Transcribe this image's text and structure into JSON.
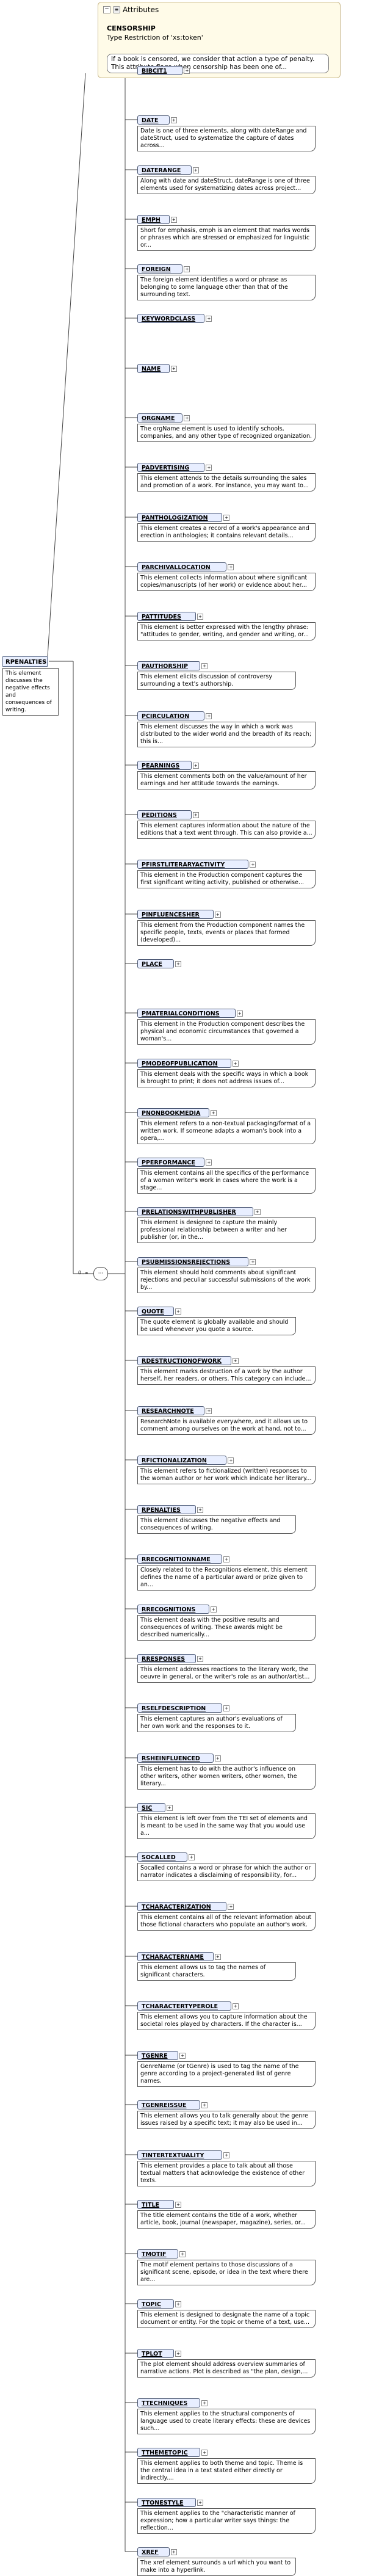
{
  "attributes": {
    "header": "Attributes",
    "name": "CENSORSHIP",
    "type": "Type   Restriction of 'xs:token'",
    "doc": "If a book is censored, we consider that action a type of penalty. This attribute flags when censorship has been one of..."
  },
  "root": {
    "name": "RPENALTIES",
    "doc": "This element discusses the negative effects and consequences of writing."
  },
  "sequence": {
    "occurs": "0..∞",
    "symbol": "···"
  },
  "children": [
    {
      "name": "BIBCIT1",
      "doc": ""
    },
    {
      "name": "DATE",
      "doc": "Date is one of three elements, along with dateRange and dateStruct, used to systematize the capture of dates across..."
    },
    {
      "name": "DATERANGE",
      "doc": "Along with date and dateStruct, dateRange is one of three elements used for systematizing dates across project..."
    },
    {
      "name": "EMPH",
      "doc": "Short for emphasis, emph is an element that marks words or phrases which are stressed or emphasized for linguistic or..."
    },
    {
      "name": "FOREIGN",
      "doc": "The foreign element identifies a word or phrase as belonging to some language other than that of the surrounding text."
    },
    {
      "name": "KEYWORDCLASS",
      "doc": ""
    },
    {
      "name": "NAME",
      "doc": ""
    },
    {
      "name": "ORGNAME",
      "doc": "The orgName element is used to identify schools, companies, and any other type of recognized organization."
    },
    {
      "name": "PADVERTISING",
      "doc": "This element attends to the details surrounding the sales and promotion of a work. For instance, you may want to..."
    },
    {
      "name": "PANTHOLOGIZATION",
      "doc": "This element creates a record of a work's appearance and erection in anthologies; it contains relevant details..."
    },
    {
      "name": "PARCHIVALLOCATION",
      "doc": "This element collects information about where significant copies/manuscripts (of her work) or evidence about her..."
    },
    {
      "name": "PATTITUDES",
      "doc": "This element is better expressed with the lengthy phrase: \"attitudes to gender, writing, and gender and writing, or..."
    },
    {
      "name": "PAUTHORSHIP",
      "doc": "This element elicits discussion of controversy surrounding a text's authorship."
    },
    {
      "name": "PCIRCULATION",
      "doc": "This element discusses the way in which a work was distributed to the wider world and the breadth of its reach; this is..."
    },
    {
      "name": "PEARNINGS",
      "doc": "This element comments both on the value/amount of her earnings and her attitude towards the earnings."
    },
    {
      "name": "PEDITIONS",
      "doc": "This element captures information about the nature of the editions that a text went through. This can also provide a..."
    },
    {
      "name": "PFIRSTLITERARYACTIVITY",
      "doc": "This element in the Production component captures the first significant writing activity, published or otherwise..."
    },
    {
      "name": "PINFLUENCESHER",
      "doc": "This element from the Production component names the specific people, texts, events or places that formed (developed)..."
    },
    {
      "name": "PLACE",
      "doc": ""
    },
    {
      "name": "PMATERIALCONDITIONS",
      "doc": "This element in the Production component describes the physical and economic circumstances that governed a woman's..."
    },
    {
      "name": "PMODEOFPUBLICATION",
      "doc": "This element deals with the specific ways in which a book is brought to print; it does not address issues of..."
    },
    {
      "name": "PNONBOOKMEDIA",
      "doc": "This element refers to a non-textual packaging/format of a written work. If someone adapts a woman's book into a opera,..."
    },
    {
      "name": "PPERFORMANCE",
      "doc": "This element contains all the specifics of the performance of a woman writer's work in cases where the work is a stage..."
    },
    {
      "name": "PRELATIONSWITHPUBLISHER",
      "doc": "This element is designed to capture the mainly professional relationship between a writer and her publisher (or, in the..."
    },
    {
      "name": "PSUBMISSIONSREJECTIONS",
      "doc": "This element should hold comments about significant rejections and peculiar successful submissions of the work by..."
    },
    {
      "name": "QUOTE",
      "doc": "The quote element is globally available and should be used whenever you quote a source."
    },
    {
      "name": "RDESTRUCTIONOFWORK",
      "doc": "This element marks destruction of a work by the author herself, her readers, or others. This category can include..."
    },
    {
      "name": "RESEARCHNOTE",
      "doc": "ResearchNote is available everywhere, and it allows us to comment among ourselves on the work at hand, not to..."
    },
    {
      "name": "RFICTIONALIZATION",
      "doc": "This element refers to fictionalized (written) responses to the woman author or her work which indicate her literary..."
    },
    {
      "name": "RPENALTIES",
      "doc": "This element discusses the negative effects and consequences of writing."
    },
    {
      "name": "RRECOGNITIONNAME",
      "doc": "Closely related to the Recognitions element, this element defines the name of a particular award or prize given to an..."
    },
    {
      "name": "RRECOGNITIONS",
      "doc": "This element deals with the positive results and consequences of writing. These awards might be described numerically..."
    },
    {
      "name": "RRESPONSES",
      "doc": "This element addresses reactions to the literary work, the oeuvre in general, or the writer's role as an author/artist..."
    },
    {
      "name": "RSELFDESCRIPTION",
      "doc": "This element captures an author's evaluations of her own work and the responses to it."
    },
    {
      "name": "RSHEINFLUENCED",
      "doc": "This element has to do with the author's influence on other writers, other women writers, other women, the literary..."
    },
    {
      "name": "SIC",
      "doc": "This element is left over from the TEI set of elements and is meant to be used in the same way that you would use a..."
    },
    {
      "name": "SOCALLED",
      "doc": "Socalled contains a word or phrase for which the author or narrator indicates a disclaiming of responsibility, for..."
    },
    {
      "name": "TCHARACTERIZATION",
      "doc": "This element contains all of the relevant information about those fictional characters who populate an author's work."
    },
    {
      "name": "TCHARACTERNAME",
      "doc": "This element allows us to tag the names of significant characters."
    },
    {
      "name": "TCHARACTERTYPEROLE",
      "doc": "This element allows you to capture information about the societal roles played by characters. If the character is..."
    },
    {
      "name": "TGENRE",
      "doc": "GenreName (or tGenre) is used to tag the name of the genre according to a project-generated list of genre names."
    },
    {
      "name": "TGENREISSUE",
      "doc": "This element allows you to talk generally about the genre issues raised by a specific text; it may also be used in..."
    },
    {
      "name": "TINTERTEXTUALITY",
      "doc": "This element provides a place to talk about all those textual matters that acknowledge the existence of other texts."
    },
    {
      "name": "TITLE",
      "doc": "The title element contains the title of a work, whether article, book, journal (newspaper, magazine), series, or..."
    },
    {
      "name": "TMOTIF",
      "doc": "The motif element pertains to those discussions of a significant scene, episode, or idea in the text where there are..."
    },
    {
      "name": "TOPIC",
      "doc": "This element is designed to designate the name of a topic document or entity. For the topic or theme of a text, use..."
    },
    {
      "name": "TPLOT",
      "doc": "The plot element should address overview summaries of narrative actions. Plot is described as \"the plan, design,..."
    },
    {
      "name": "TTECHNIQUES",
      "doc": "This element applies to the structural components of language used to create literary effects: these are devices such..."
    },
    {
      "name": "TTHEMETOPIC",
      "doc": "This element applies to both theme and topic. Theme is the central idea in a text stated either directly or indirectly...."
    },
    {
      "name": "TTONESTYLE",
      "doc": "This element applies to the \"characteristic manner of expression; how a particular writer says things: the reflection..."
    },
    {
      "name": "XREF",
      "doc": "The xref element surrounds a url which you want to make into a hyperlink."
    }
  ]
}
